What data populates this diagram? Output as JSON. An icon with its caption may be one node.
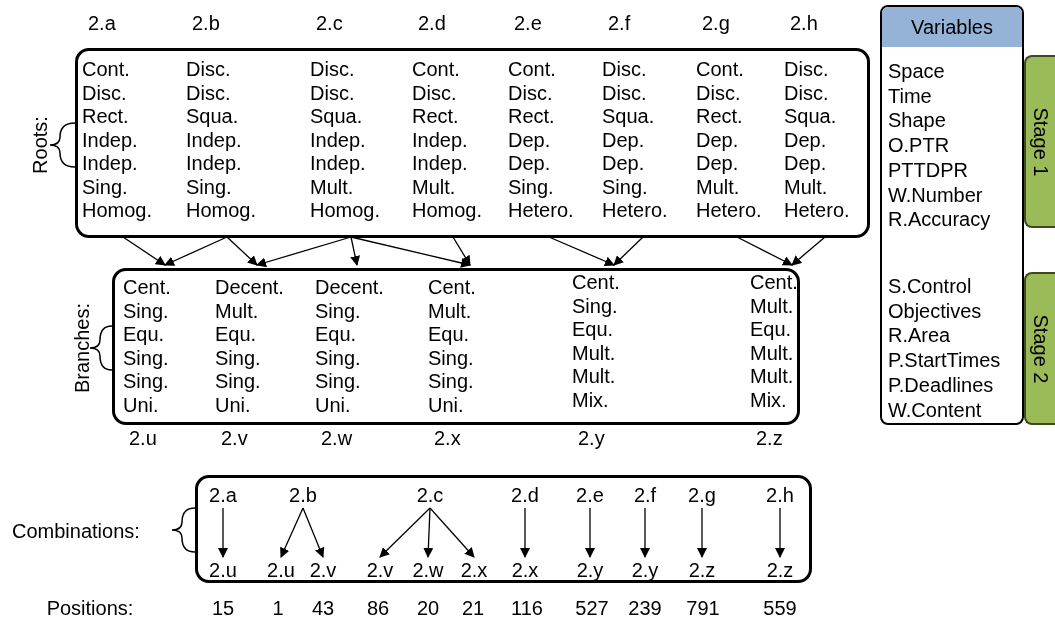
{
  "diagram": {
    "nodes": [
      {
        "text": [
          "Roots:"
        ]
      },
      {
        "text": [
          "Cont. Disc. Rect. Indep. Indep. Sing. Homog."
        ],
        "in": 0,
        "beside": [
          "2.a"
        ]
      },
      {
        "text": [
          "Disc. Disc. Squa. Indep. Indep. Sing. Homog."
        ],
        "in": 0,
        "beside": [
          "2.b"
        ]
      },
      {
        "text": [
          "Disc. Disc. Squa. Indep. Indep. Mult. Homog."
        ],
        "in": 0,
        "beside": [
          "2.c"
        ]
      },
      {
        "text": [
          "Cont. Disc. Rect. Indep. Indep. Mult. Homog."
        ],
        "in": 0,
        "beside": [
          "2.d"
        ]
      },
      {
        "text": [
          "Cont. Disc. Rect. Dep. Dep. Sing. Hetero."
        ],
        "in": 0,
        "beside": [
          "2.e"
        ]
      },
      {
        "text": [
          "Disc. Disc. Squa. Dep. Dep. Sing. Hetero."
        ],
        "in": 0,
        "beside": [
          "2.f"
        ]
      },
      {
        "text": [
          "Cont. Disc. Rect. Dep. Dep. Mult. Hetero."
        ],
        "in": 0,
        "beside": [
          "2.g"
        ]
      },
      {
        "text": [
          "Disc. Disc. Squa. Dep. Dep. Mult. Hetero."
        ],
        "in": 0,
        "beside": [
          "2.h"
        ]
      },
      {
        "text": [
          "Branches:"
        ]
      },
      {
        "text": [
          "Cent. Sing. Equ. Sing. Sing. Uni."
        ],
        "in": 9,
        "beside": [
          "2.u"
        ]
      },
      {
        "text": [
          "Decent. Mult. Equ. Sing. Sing. Uni."
        ],
        "in": 9,
        "beside": [
          "2.v"
        ]
      },
      {
        "text": [
          "Decent. Sing. Equ. Sing. Sing. Uni."
        ],
        "in": 9,
        "beside": [
          "2.w"
        ]
      },
      {
        "text": [
          "Cent. Mult. Equ. Sing. Sing. Uni."
        ],
        "in": 9,
        "beside": [
          "2.x"
        ]
      },
      {
        "text": [
          "Cent. Sing. Equ. Mult. Mult. Mix."
        ],
        "in": 9,
        "beside": [
          "2.y"
        ]
      },
      {
        "text": [
          "Cent. Mult. Equ. Mult. Mult. Mix."
        ],
        "in": 9,
        "beside": [
          "2.z"
        ]
      },
      {
        "text": [
          "Combinations:"
        ]
      },
      {
        "text": [
          "2.a"
        ],
        "in": 16
      },
      {
        "text": [
          "2.b"
        ],
        "in": 16
      },
      {
        "text": [
          "2.c"
        ],
        "in": 16
      },
      {
        "text": [
          "2.d"
        ],
        "in": 16
      },
      {
        "text": [
          "2.e"
        ],
        "in": 16
      },
      {
        "text": [
          "2.f"
        ],
        "in": 16
      },
      {
        "text": [
          "2.g"
        ],
        "in": 16
      },
      {
        "text": [
          "2.h"
        ],
        "in": 16
      },
      {
        "text": [
          "2.u"
        ],
        "in": 16
      },
      {
        "text": [
          "2.u"
        ],
        "in": 16
      },
      {
        "text": [
          "2.v"
        ],
        "in": 16
      },
      {
        "text": [
          "2.v"
        ],
        "in": 16
      },
      {
        "text": [
          "2.w"
        ],
        "in": 16
      },
      {
        "text": [
          "2.x"
        ],
        "in": 16
      },
      {
        "text": [
          "2.x"
        ],
        "in": 16
      },
      {
        "text": [
          "2.y"
        ],
        "in": 16
      },
      {
        "text": [
          "2.y"
        ],
        "in": 16
      },
      {
        "text": [
          "2.z"
        ],
        "in": 16
      },
      {
        "text": [
          "2.z"
        ],
        "in": 16
      },
      {
        "text": [
          "Variables",
          "Space Time Shape O.PTR PTTDPR W.Number R.Accuracy",
          "S.Control Objectives R.Area P.StartTimes P.Deadlines W.Content"
        ]
      },
      {
        "text": [
          "Stage 1"
        ]
      },
      {
        "text": [
          "Stage 2"
        ]
      }
    ],
    "edges": [
      {
        "from": 1,
        "to": 10,
        "arrow": "to"
      },
      {
        "from": 2,
        "to": 10,
        "arrow": "to"
      },
      {
        "from": 2,
        "to": 11,
        "arrow": "to"
      },
      {
        "from": 3,
        "to": 11,
        "arrow": "to"
      },
      {
        "from": 3,
        "to": 12,
        "arrow": "to"
      },
      {
        "from": 3,
        "to": 13,
        "arrow": "to"
      },
      {
        "from": 4,
        "to": 13,
        "arrow": "to"
      },
      {
        "from": 5,
        "to": 14,
        "arrow": "to"
      },
      {
        "from": 6,
        "to": 14,
        "arrow": "to"
      },
      {
        "from": 7,
        "to": 15,
        "arrow": "to"
      },
      {
        "from": 8,
        "to": 15,
        "arrow": "to"
      },
      {
        "from": 17,
        "to": 25,
        "arrow": "to"
      },
      {
        "from": 18,
        "to": 26,
        "arrow": "to"
      },
      {
        "from": 18,
        "to": 27,
        "arrow": "to"
      },
      {
        "from": 19,
        "to": 28,
        "arrow": "to"
      },
      {
        "from": 19,
        "to": 29,
        "arrow": "to"
      },
      {
        "from": 19,
        "to": 30,
        "arrow": "to"
      },
      {
        "from": 20,
        "to": 31,
        "arrow": "to"
      },
      {
        "from": 21,
        "to": 32,
        "arrow": "to"
      },
      {
        "from": 22,
        "to": 33,
        "arrow": "to"
      },
      {
        "from": 23,
        "to": 34,
        "arrow": "to"
      },
      {
        "from": 24,
        "to": 35,
        "arrow": "to"
      }
    ],
    "labels": [
      "Positions:",
      "15",
      "1",
      "43",
      "86",
      "20",
      "21",
      "116",
      "527",
      "239",
      "791",
      "559"
    ]
  }
}
